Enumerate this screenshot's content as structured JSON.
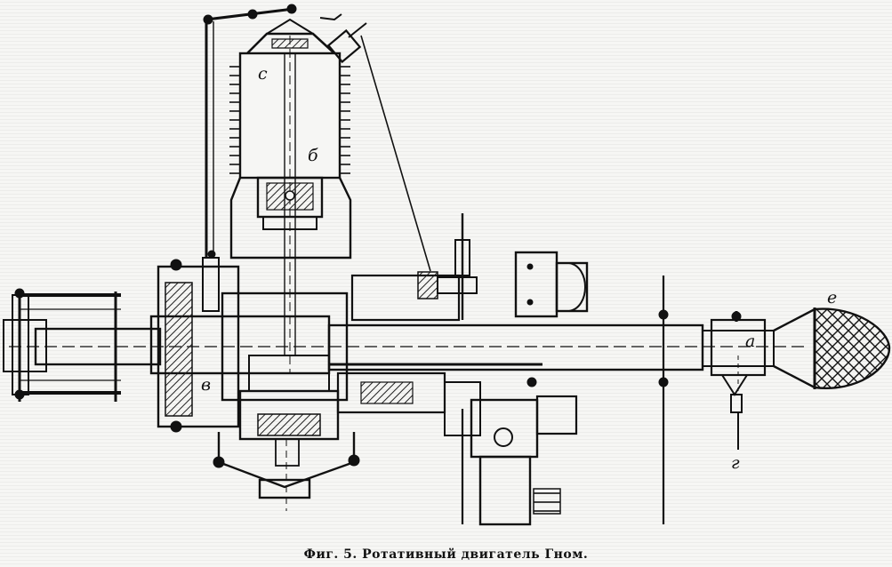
{
  "caption": "Фиг. 5. Ротативный двигатель Гном.",
  "labels": {
    "c": "c",
    "b": "б",
    "v": "в",
    "a": "a",
    "e": "e",
    "g": "г"
  }
}
